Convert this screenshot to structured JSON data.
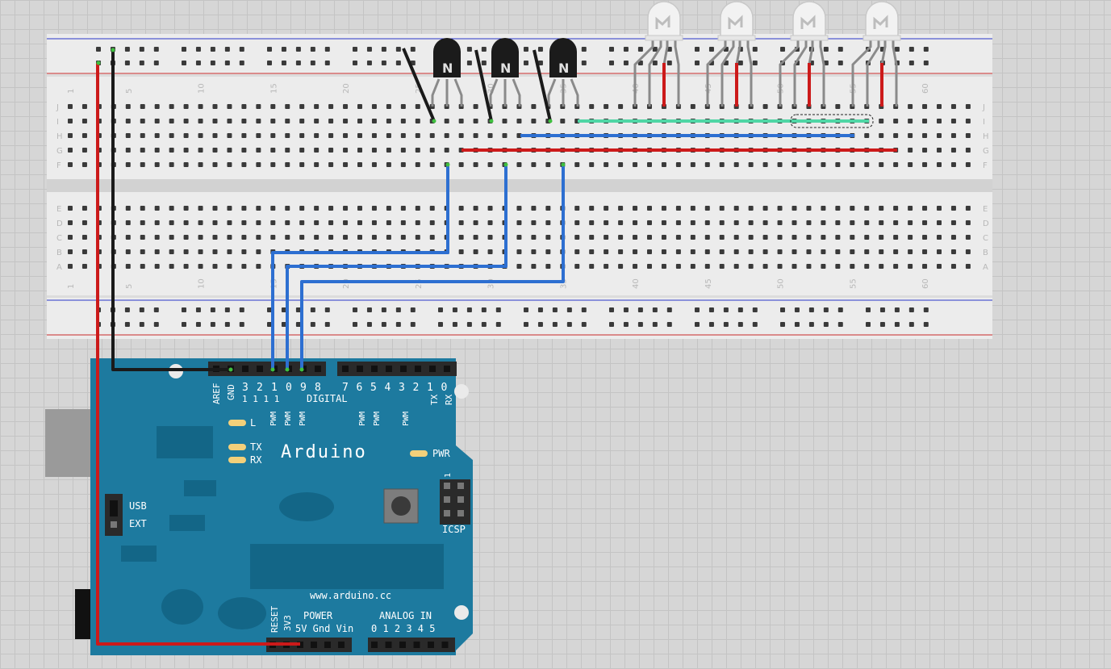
{
  "breadboard": {
    "row_letters_top": [
      "J",
      "I",
      "H",
      "G",
      "F"
    ],
    "row_letters_bottom": [
      "E",
      "D",
      "C",
      "B",
      "A"
    ],
    "column_numbers": [
      "1",
      "5",
      "10",
      "15",
      "20",
      "25",
      "30",
      "35",
      "40",
      "45",
      "50",
      "55",
      "60"
    ]
  },
  "transistors": [
    {
      "label": "N"
    },
    {
      "label": "N"
    },
    {
      "label": "N"
    }
  ],
  "leds": [
    {
      "label": "RGB LED 1"
    },
    {
      "label": "RGB LED 2"
    },
    {
      "label": "RGB LED 3"
    },
    {
      "label": "RGB LED 4"
    }
  ],
  "arduino": {
    "brand": "Arduino",
    "url": "www.arduino.cc",
    "header_top_labels": [
      "AREF",
      "GND"
    ],
    "digital_numbers_high": [
      "3",
      "2",
      "1",
      "0",
      "9",
      "8"
    ],
    "digital_prefix": "1 1 1 1",
    "digital_label": "DIGITAL",
    "digital_numbers_low": [
      "7",
      "6",
      "5",
      "4",
      "3",
      "2",
      "1",
      "0"
    ],
    "tx_label": "TX",
    "rx_label": "RX",
    "pwm_label": "PWM",
    "led_L": "L",
    "led_TX": "TX",
    "led_RX": "RX",
    "pwr_label": "PWR",
    "icsp_label": "ICSP",
    "icsp_pin1": "1",
    "usb_label": "USB",
    "ext_label": "EXT",
    "reset_label": "RESET",
    "v33_label": "3V3",
    "power_label": "POWER",
    "power_pins": "5V Gnd Vin",
    "analog_label": "ANALOG IN",
    "analog_pins": "0 1 2 3 4 5"
  },
  "colors": {
    "wire_red": "#cc1a1a",
    "wire_black": "#1a1a1a",
    "wire_blue": "#2d6fd1",
    "wire_green": "#4fd6a5",
    "arduino_board": "#1d7a9f",
    "breadboard": "#ececec"
  }
}
